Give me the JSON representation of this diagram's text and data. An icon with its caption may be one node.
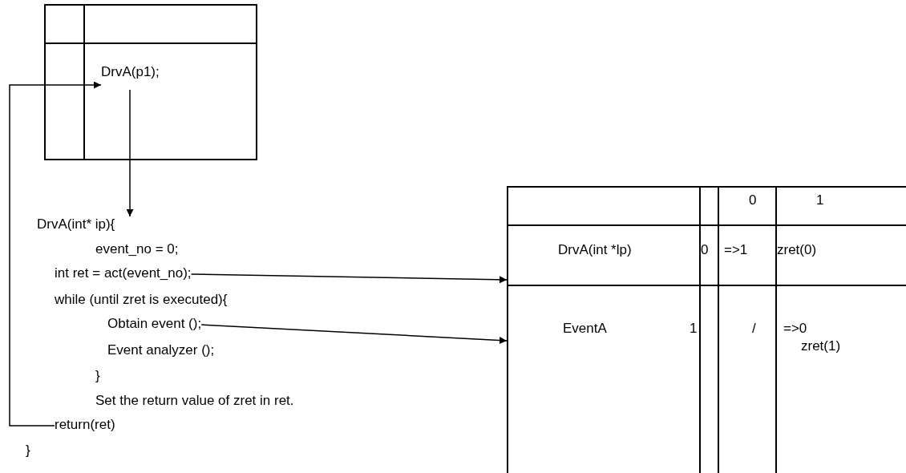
{
  "diagram": {
    "nodes": [
      {
        "text": [],
        "shape": "box"
      },
      {
        "text": [
          "DrvA(p1);"
        ],
        "in": 0
      },
      {
        "text": [
          "DrvA(int* ip){"
        ]
      },
      {
        "text": [
          "int ret = act(event_no);"
        ]
      },
      {
        "text": [
          "Obtain event ();"
        ]
      },
      {
        "text": [
          "return(ret)"
        ]
      },
      {
        "text": [],
        "shape": "box"
      }
    ],
    "edges": [
      {
        "from": 1,
        "to": 2,
        "arrow": "to"
      },
      {
        "from": 5,
        "to": 1,
        "arrow": "to"
      },
      {
        "from": 3,
        "to": 6,
        "arrow": "to"
      },
      {
        "from": 4,
        "to": 6,
        "arrow": "to"
      }
    ],
    "labels": [
      "event_no = 0;",
      "while (until zret is executed){",
      "Event analyzer ();",
      "}",
      "Set the return value of zret in ret.",
      "}",
      "0",
      "1",
      "DrvA(int *lp)",
      "0",
      "=>1",
      "zret(0)",
      "EventA",
      "1",
      "/",
      "=>0 zret(1)"
    ]
  }
}
